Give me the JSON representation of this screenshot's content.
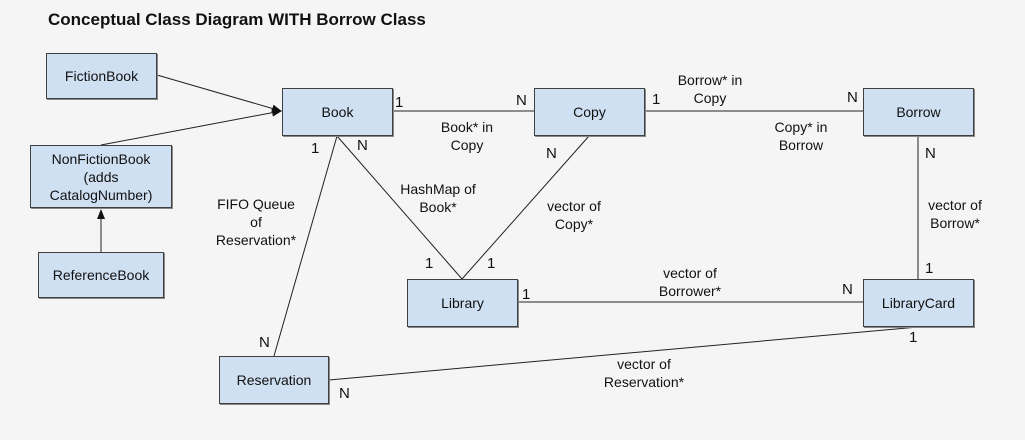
{
  "title": "Conceptual Class Diagram WITH Borrow Class",
  "classes": {
    "fiction_book": "FictionBook",
    "nonfiction_book": "NonFictionBook\n(adds\nCatalogNumber)",
    "reference_book": "ReferenceBook",
    "book": "Book",
    "copy": "Copy",
    "borrow": "Borrow",
    "library": "Library",
    "library_card": "LibraryCard",
    "reservation": "Reservation"
  },
  "associations": {
    "book_copy": "Book* in\nCopy",
    "copy_borrow_top": "Borrow* in\nCopy",
    "copy_borrow_bottom": "Copy* in\nBorrow",
    "book_reservation": "FIFO Queue\nof\nReservation*",
    "book_library": "HashMap of\nBook*",
    "copy_library": "vector of\nCopy*",
    "borrow_librarycard": "vector of\nBorrow*",
    "library_librarycard": "vector of\nBorrower*",
    "librarycard_reservation": "vector of\nReservation*"
  },
  "multiplicities": {
    "book_to_copy": "1",
    "copy_from_book": "N",
    "copy_to_borrow": "1",
    "borrow_from_copy": "N",
    "book_to_reservation": "1",
    "book_to_library": "N",
    "copy_to_library": "N",
    "borrow_to_librarycard": "N",
    "library_from_book": "1",
    "library_from_copy": "1",
    "library_to_librarycard": "1",
    "librarycard_from_borrow": "1",
    "librarycard_from_library": "N",
    "librarycard_to_reservation": "1",
    "reservation_from_book": "N",
    "reservation_from_librarycard": "N"
  },
  "colors": {
    "box_fill": "#cfe0f3",
    "line": "#222222"
  }
}
